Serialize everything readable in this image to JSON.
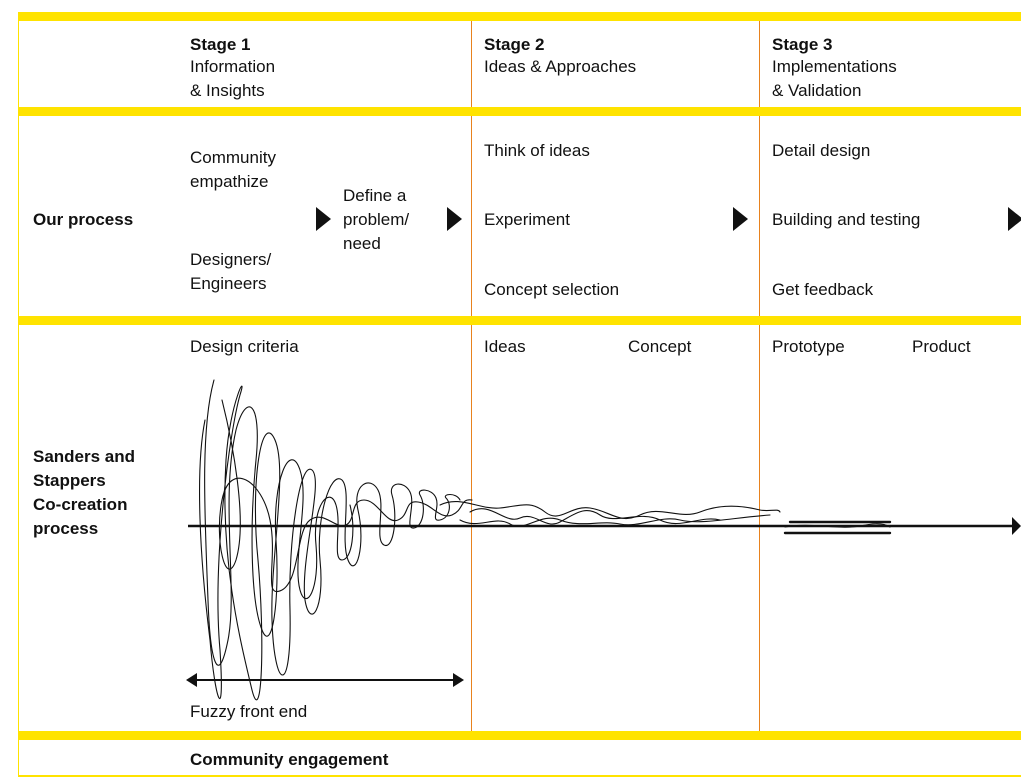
{
  "stages": [
    {
      "label": "Stage 1",
      "title_line1": "Information",
      "title_line2": "& Insights"
    },
    {
      "label": "Stage 2",
      "title_line1": "Ideas & Approaches",
      "title_line2": ""
    },
    {
      "label": "Stage 3",
      "title_line1": "Implementations",
      "title_line2": "& Validation"
    }
  ],
  "rows": {
    "our_process": {
      "label": "Our process",
      "stage1": {
        "community": "Community",
        "empathize": "empathize",
        "designers": "Designers/",
        "engineers": "Engineers",
        "define1": "Define a",
        "define2": "problem/",
        "define3": "need"
      },
      "stage2": [
        "Think of ideas",
        "Experiment",
        "Concept selection"
      ],
      "stage3": [
        "Detail design",
        "Building and testing",
        "Get feedback"
      ]
    },
    "cocreation": {
      "label_lines": [
        "Sanders and",
        "Stappers",
        "Co-creation",
        "process"
      ],
      "stage1_header": "Design criteria",
      "stage2_header_left": "Ideas",
      "stage2_header_right": "Concept",
      "stage3_header_left": "Prototype",
      "stage3_header_right": "Product",
      "fuzzy_label": "Fuzzy front end"
    },
    "footer": {
      "label": "Community engagement"
    }
  },
  "colors": {
    "band": "#ffe300",
    "divider": "#e8821e",
    "ink": "#111111"
  }
}
